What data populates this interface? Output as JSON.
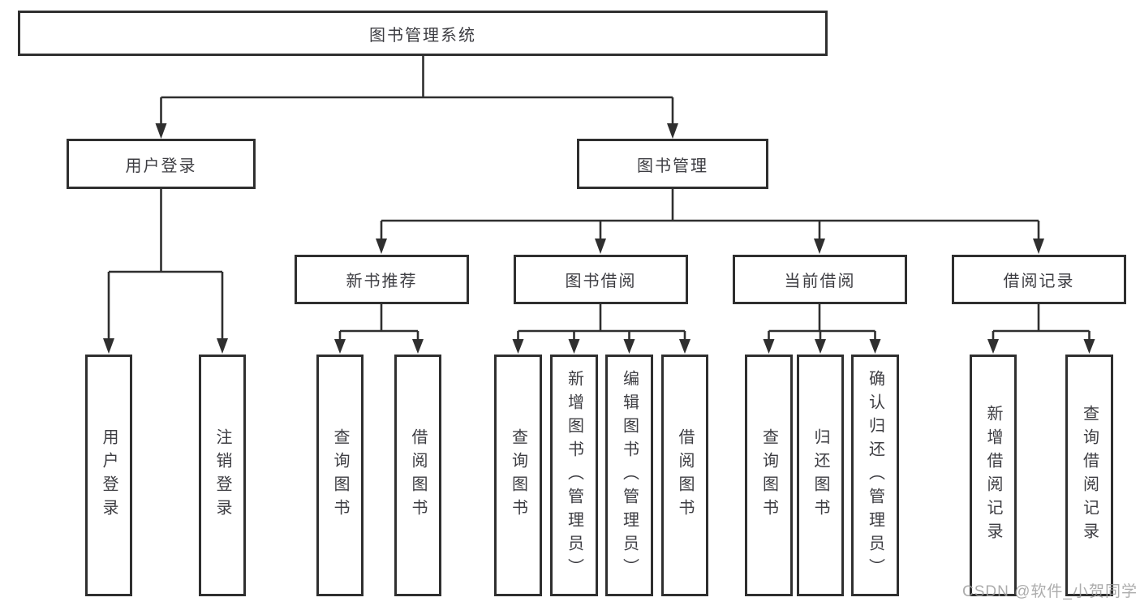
{
  "diagram": {
    "root": "图书管理系统",
    "level2": [
      "用户登录",
      "图书管理"
    ],
    "level3": [
      "新书推荐",
      "图书借阅",
      "当前借阅",
      "借阅记录"
    ],
    "leafGroups": [
      {
        "items": [
          "用户登录",
          "注销登录"
        ]
      },
      {
        "items": [
          "查询图书",
          "借阅图书"
        ]
      },
      {
        "items": [
          "查询图书",
          "新增图书（管理员）",
          "编辑图书（管理员）",
          "借阅图书"
        ]
      },
      {
        "items": [
          "查询图书",
          "归还图书",
          "确认归还（管理员）"
        ]
      },
      {
        "items": [
          "新增借阅记录",
          "查询借阅记录"
        ]
      }
    ]
  },
  "watermark": "CSDN @软件_小贺同学",
  "colors": {
    "line": "#2f2f2f",
    "text": "#3d3d42",
    "watermark": "#9e9e9e",
    "background": "#ffffff"
  }
}
